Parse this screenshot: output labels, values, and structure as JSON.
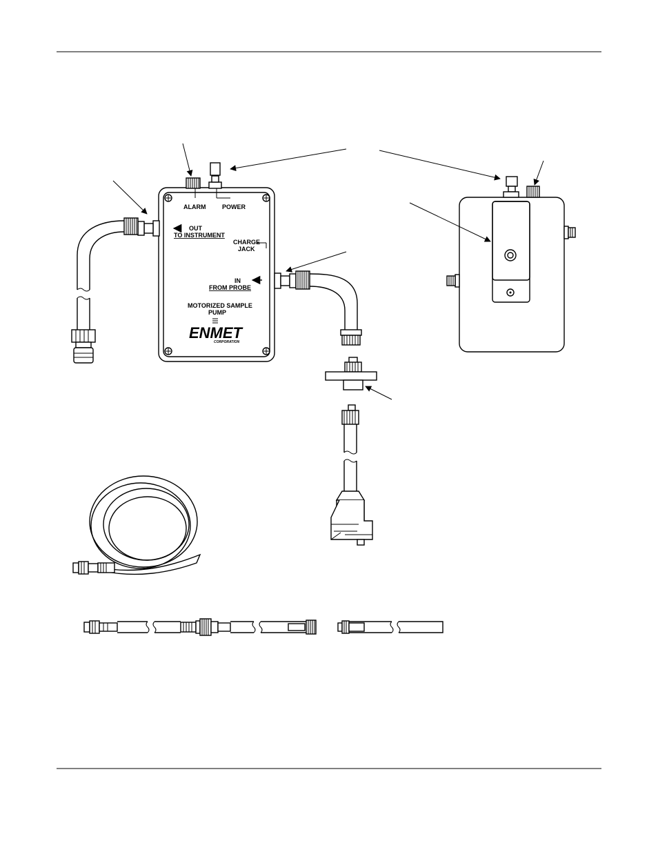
{
  "pump_labels": {
    "alarm": "ALARM",
    "power": "POWER",
    "out": "OUT",
    "to_instrument": "TO INSTRUMENT",
    "charge": "CHARGE",
    "jack": "JACK",
    "in": "IN",
    "from_probe": "FROM PROBE",
    "title_line1": "MOTORIZED SAMPLE",
    "title_line2": "PUMP"
  },
  "logo": {
    "name": "ENMET",
    "subtitle": "CORPORATION"
  }
}
